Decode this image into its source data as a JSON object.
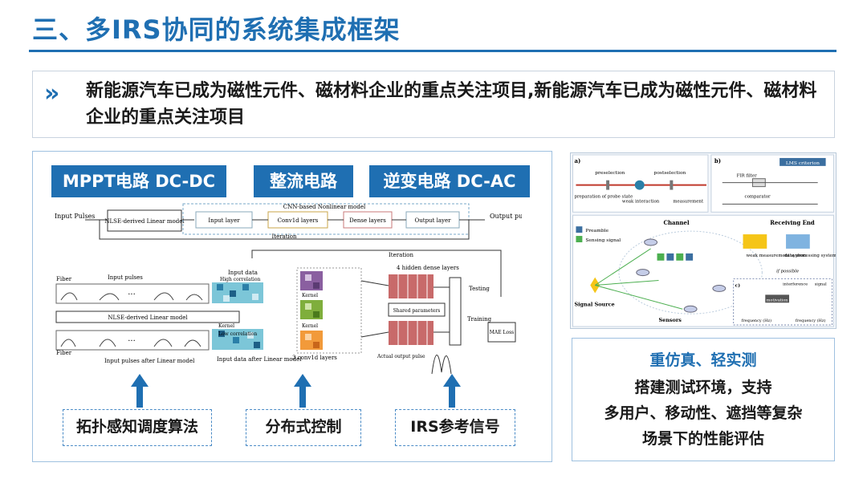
{
  "title": "三、多IRS协同的系统集成框架",
  "intro": {
    "marker": "»",
    "text": "新能源汽车已成为磁性元件、磁材料企业的重点关注项目,新能源汽车已成为磁性元件、磁材料企业的重点关注项目"
  },
  "chips": [
    "MPPT电路 DC-DC",
    "整流电路",
    "逆变电路 DC-AC"
  ],
  "bottom_boxes": [
    "拓扑感知调度算法",
    "分布式控制",
    "IRS参考信号"
  ],
  "diagram": {
    "input_pulses": "Input Pulses",
    "output_pulse": "Output pulse",
    "nlse_linear": "NLSE-derived Linear model",
    "cnn_title": "CNN-based Nonlinear model",
    "input_layer": "Input layer",
    "conv_layers": "Conv1d layers",
    "dense_layers": "Dense layers",
    "output_layer": "Output layer",
    "iteration": "Iteration",
    "fiber": "Fiber",
    "input_pulses_lower": "Input pulses",
    "nlse_linear_lower": "NLSE-derived Linear model",
    "input_pulses_after": "Input pulses after Linear model",
    "input_data": "Input data",
    "high_corr": "High correlation",
    "kernel": "Kernel",
    "low_corr": "Low correlation",
    "input_data_after": "Input data after Linear model",
    "three_conv": "3 conv1d layers",
    "four_hidden": "4 hidden dense layers",
    "shared_params": "Shared parameters",
    "testing": "Testing",
    "training": "Training",
    "mae_loss": "MAE Loss",
    "actual_output": "Actual output pulse"
  },
  "right_figure": {
    "a": "a)",
    "b": "b)",
    "c": "c)",
    "preselection": "preselection",
    "postselection": "postselection",
    "prep": "preparation of probe state",
    "weak_int": "weak interaction",
    "measurement": "measurement",
    "lms": "LMS criterion",
    "fir": "FIR filter",
    "comparator": "comparator",
    "channel": "Channel",
    "receiving_end": "Receiving End",
    "preamble": "Preamble",
    "sensing_signal": "Sensing signal",
    "weak_meas": "weak measurement system",
    "data_proc": "data processing system",
    "if_possible": "if possible",
    "signal_source": "Signal Source",
    "sensors": "Sensors",
    "interference": "interference",
    "signal": "signal",
    "motivation": "motivation",
    "frequency_hz": "frequency (Hz)"
  },
  "right_box": {
    "heading": "重仿真、轻实测",
    "lines": [
      "搭建测试环境，支持",
      "多用户、移动性、遮挡等复杂",
      "场景下的性能评估"
    ]
  },
  "colors": {
    "accent": "#1f6fb2",
    "border": "#9fc1e0"
  }
}
